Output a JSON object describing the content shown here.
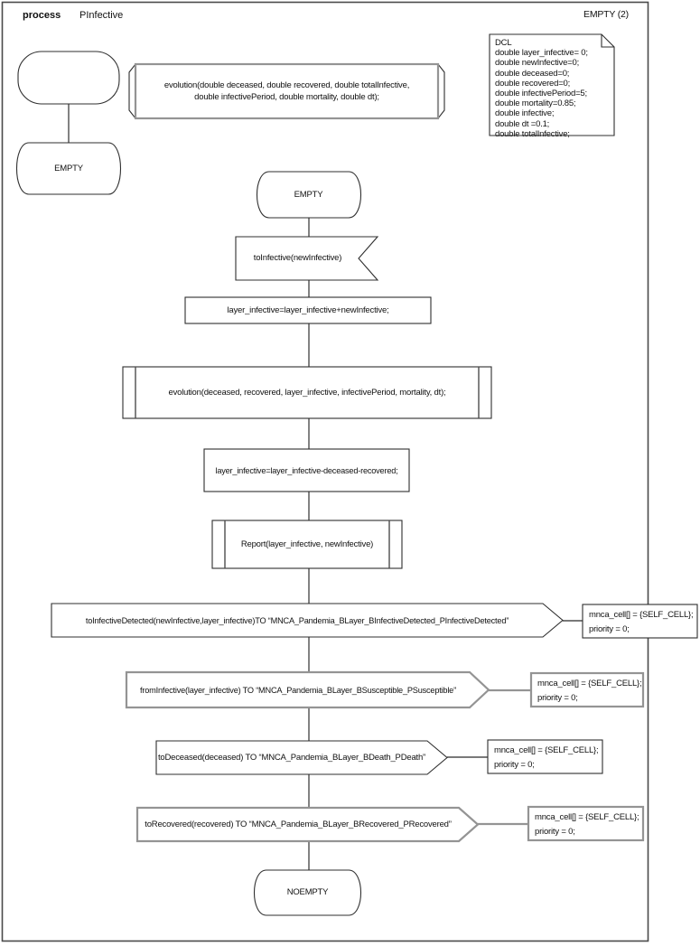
{
  "header": {
    "kind_label": "process",
    "process_name": "PInfective",
    "page_label": "EMPTY (2)"
  },
  "dcl": {
    "lines": [
      "DCL",
      "double layer_infective= 0;",
      "double newInfective=0;",
      "double deceased=0;",
      "double recovered=0;",
      "double infectivePeriod=5;",
      "double mortality=0.85;",
      "double infective;",
      "double dt =0.1;",
      "double totalInfective;"
    ]
  },
  "procedure_signature": {
    "line1": "evolution(double deceased, double recovered, double totalInfective,",
    "line2": "double infectivePeriod, double mortality, double dt);"
  },
  "start_branch": {
    "state_label": "EMPTY"
  },
  "flow": {
    "state_label": "EMPTY",
    "input_label": "toInfective(newInfective)",
    "task1_label": "layer_infective=layer_infective+newInfective;",
    "call1_label": "evolution(deceased, recovered, layer_infective, infectivePeriod, mortality, dt);",
    "task2_label": "layer_infective=layer_infective-deceased-recovered;",
    "call2_label": "Report(layer_infective, newInfective)",
    "outputs": [
      {
        "label": "toInfectiveDetected(newInfective,layer_infective)TO “MNCA_Pandemia_BLayer_BInfectiveDetected_PInfectiveDetected”",
        "annotation_line1": "mnca_cell[] = {SELF_CELL};",
        "annotation_line2": "priority = 0;"
      },
      {
        "label": "fromInfective(layer_infective) TO “MNCA_Pandemia_BLayer_BSusceptible_PSusceptible”",
        "annotation_line1": "mnca_cell[] = {SELF_CELL};",
        "annotation_line2": "priority = 0;"
      },
      {
        "label": "toDeceased(deceased) TO “MNCA_Pandemia_BLayer_BDeath_PDeath”",
        "annotation_line1": "mnca_cell[] = {SELF_CELL};",
        "annotation_line2": "priority = 0;"
      },
      {
        "label": "toRecovered(recovered) TO “MNCA_Pandemia_BLayer_BRecovered_PRecovered”",
        "annotation_line1": "mnca_cell[] = {SELF_CELL};",
        "annotation_line2": "priority = 0;"
      }
    ],
    "end_state_label": "NOEMPTY"
  },
  "colors": {
    "stroke_dark": "#2f2f2f",
    "stroke_gray": "#949494",
    "background": "#ffffff",
    "text": "#111111"
  }
}
